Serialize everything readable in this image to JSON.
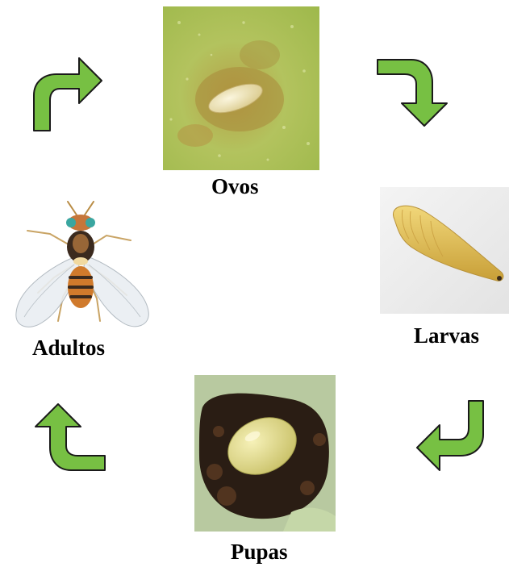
{
  "stages": {
    "eggs": {
      "label": "Ovos"
    },
    "larvae": {
      "label": "Larvas"
    },
    "pupae": {
      "label": "Pupas"
    },
    "adults": {
      "label": "Adultos"
    }
  },
  "colors": {
    "arrow_fill": "#77c043",
    "arrow_stroke": "#1a1a1a",
    "leaf_green": "#a9c15a",
    "egg": "#f3e9c2",
    "larva": "#e3c25a",
    "pupa": "#e8e29a"
  },
  "icons": {
    "arrows": [
      "curved-arrow-up-right",
      "curved-arrow-down-right",
      "curved-arrow-down-left",
      "curved-arrow-up-left"
    ]
  }
}
